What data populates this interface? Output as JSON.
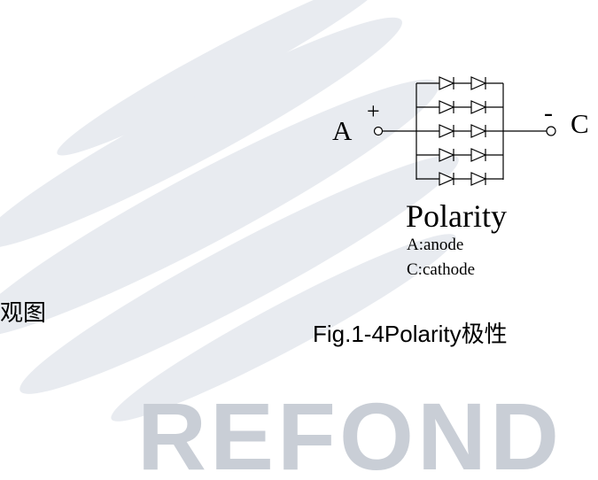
{
  "watermark": {
    "logo_text": "REFOND",
    "color": "#c9ced6"
  },
  "diagram": {
    "anode_letter": "A",
    "anode_sign": "+",
    "cathode_sign": "-",
    "cathode_letter": "C",
    "title": "Polarity",
    "legend": [
      "A:anode",
      "C:cathode"
    ],
    "caption": "Fig.1-4Polarity极性",
    "left_fragment": "观图",
    "rows": 5,
    "diodes_per_row": 2,
    "line_color": "#000000"
  }
}
